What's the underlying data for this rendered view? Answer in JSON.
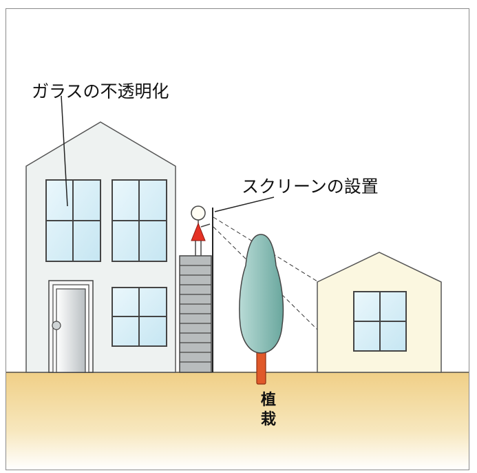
{
  "labels": {
    "glass_opaque": "ガラスの不透明化",
    "screen_install": "スクリーンの設置",
    "planting_char1": "植",
    "planting_char2": "栽"
  },
  "colors": {
    "ground": "#f3dca0",
    "house_wall": "#eef2f1",
    "neighbor_wall": "#fbf7e0",
    "window_glass": "#d6eef7",
    "tree_foliage": "#8fc2bb",
    "tree_trunk": "#e0592a",
    "person_dress": "#e53225",
    "stair": "#b8bcbd"
  },
  "icons": [
    "house-icon",
    "neighbor-house-icon",
    "tree-icon",
    "person-icon",
    "stair-icon",
    "screen-icon",
    "door-icon"
  ]
}
